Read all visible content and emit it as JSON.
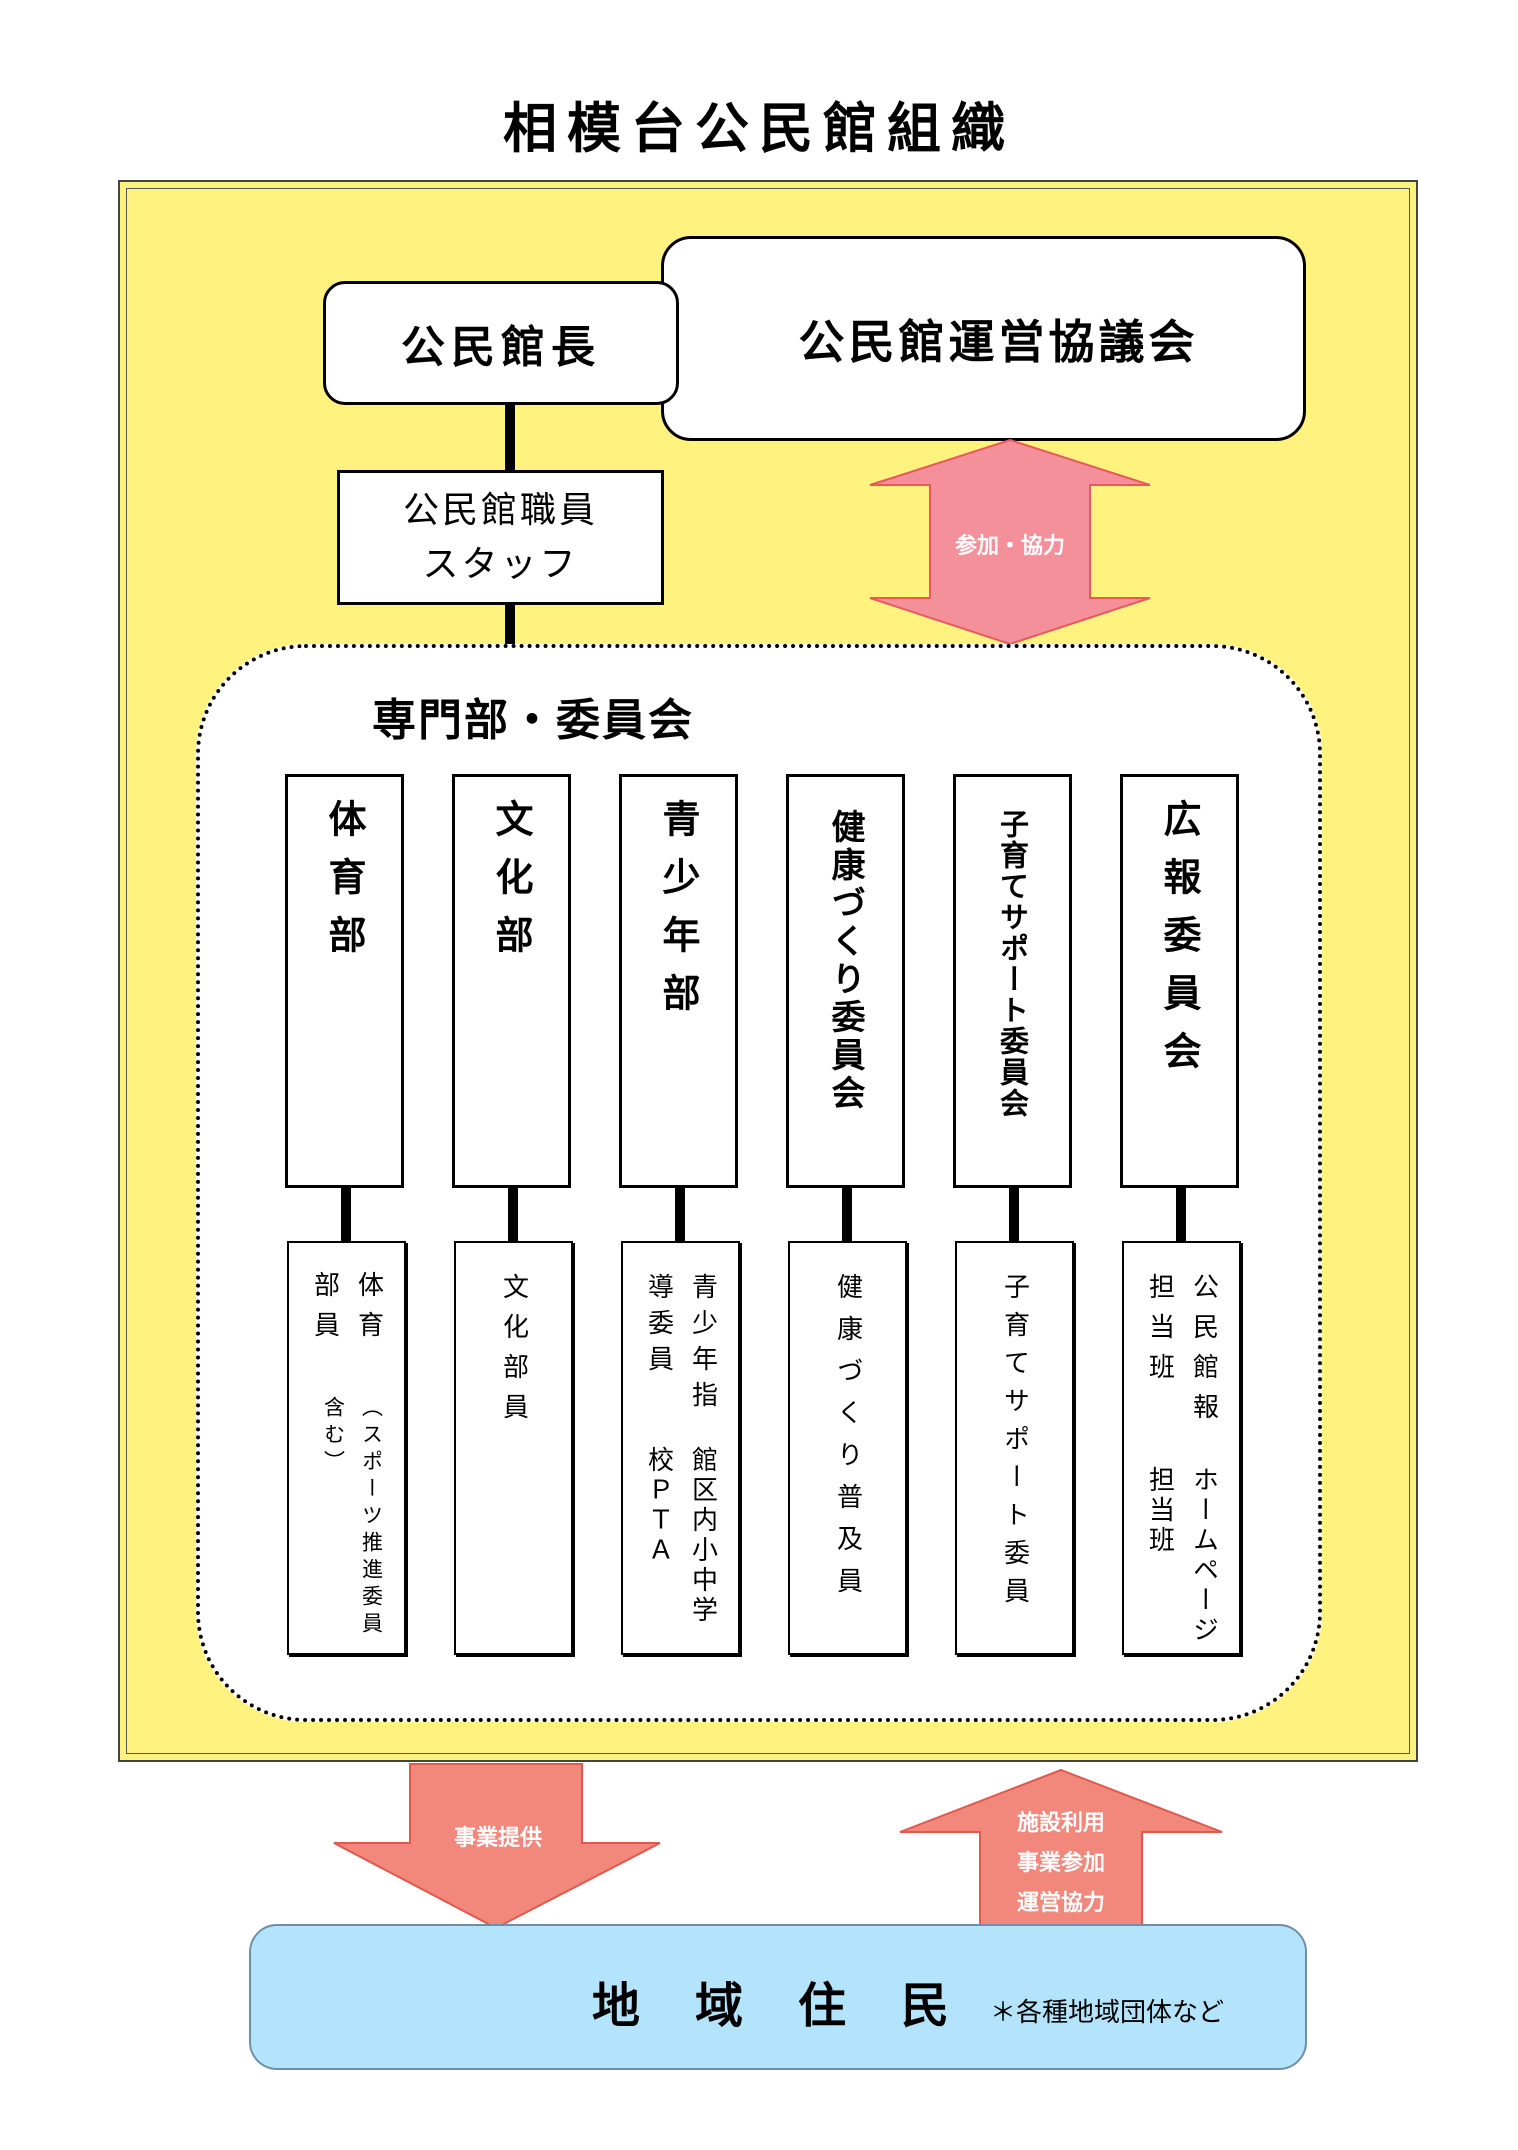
{
  "title": "相模台公民館組織",
  "council": "公民館運営協議会",
  "director": "公民館長",
  "staff": {
    "line1": "公民館職員",
    "line2": "スタッフ"
  },
  "arrows": {
    "participation": "参加・協力",
    "service": "事業提供",
    "usage": [
      "施設利用",
      "事業参加",
      "運営協力"
    ]
  },
  "department_section_title": "専門部・委員会",
  "departments": [
    {
      "name": "体育部",
      "members": "体育部員",
      "note": "（スポーツ推進委員　含む）"
    },
    {
      "name": "文化部",
      "members": "文化部員"
    },
    {
      "name": "青少年部",
      "members": "青少年指導委員",
      "note": "館区内小中学校ＰＴＡ"
    },
    {
      "name": "健康づくり委員会",
      "members": "健康づくり普及員"
    },
    {
      "name": "子育てサポート委員会",
      "members": "子育てサポート委員"
    },
    {
      "name": "広報委員会",
      "members": "公民館報担当班",
      "note": "ホームページ担当班"
    }
  ],
  "residents": {
    "label": "地域住民",
    "note": "＊各種地域団体など"
  },
  "colors": {
    "frame": "#fff27f",
    "residents": "#b3e4fc",
    "arrow_pink": "#f3909a",
    "arrow_salmon": "#f2877c"
  }
}
